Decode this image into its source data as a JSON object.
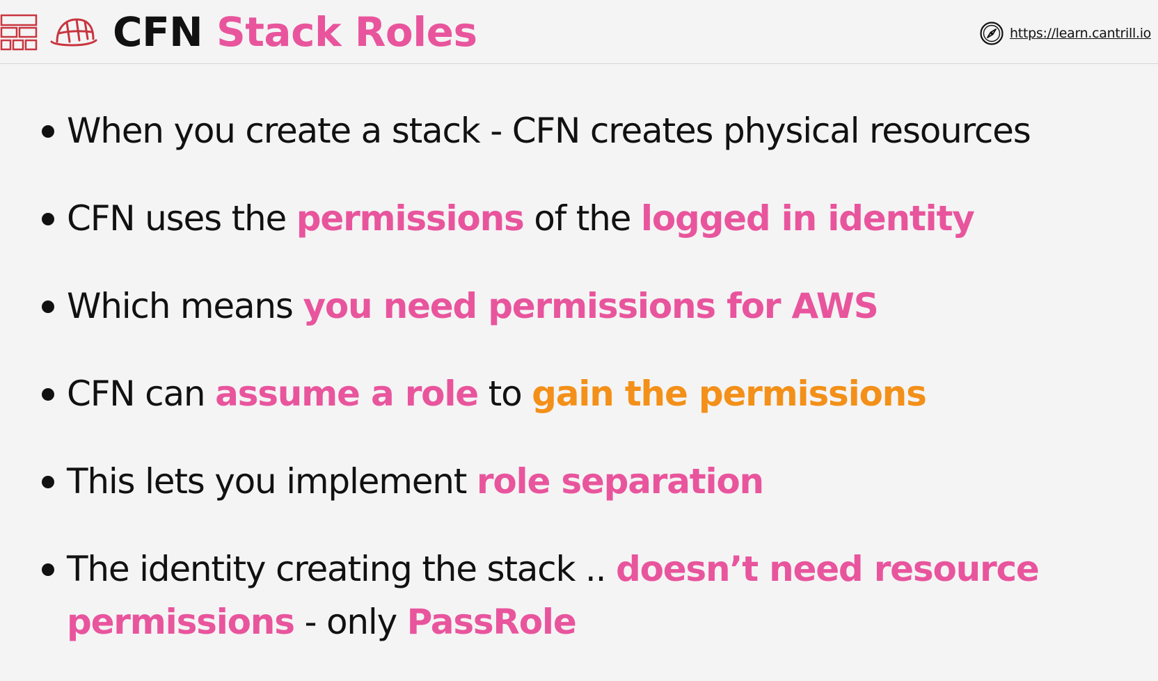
{
  "header": {
    "title_part1": "CFN",
    "title_part2": "Stack Roles",
    "link_text": "https://learn.cantrill.io",
    "icons": [
      "category-grid-icon",
      "helmet-icon",
      "compass-icon"
    ]
  },
  "bullets": [
    {
      "segments": [
        {
          "text": "When you create a stack - CFN creates physical resources",
          "style": "normal"
        }
      ]
    },
    {
      "segments": [
        {
          "text": "CFN uses the ",
          "style": "normal"
        },
        {
          "text": "permissions",
          "style": "pink"
        },
        {
          "text": " of the ",
          "style": "normal"
        },
        {
          "text": "logged in identity",
          "style": "pink"
        }
      ]
    },
    {
      "segments": [
        {
          "text": "Which means ",
          "style": "normal"
        },
        {
          "text": "you need permissions for AWS",
          "style": "pink"
        }
      ]
    },
    {
      "segments": [
        {
          "text": "CFN can ",
          "style": "normal"
        },
        {
          "text": "assume a role",
          "style": "pink"
        },
        {
          "text": " to ",
          "style": "normal"
        },
        {
          "text": "gain the permissions",
          "style": "orange"
        }
      ]
    },
    {
      "segments": [
        {
          "text": "This lets you implement ",
          "style": "normal"
        },
        {
          "text": "role separation",
          "style": "pink"
        }
      ]
    },
    {
      "segments": [
        {
          "text": "The identity creating the stack .. ",
          "style": "normal"
        },
        {
          "text": "doesn’t need resource permissions",
          "style": "pink"
        },
        {
          "text": " - only ",
          "style": "normal"
        },
        {
          "text": "PassRole",
          "style": "pink"
        }
      ]
    }
  ],
  "colors": {
    "pink": "#e8559d",
    "orange": "#f39019",
    "text": "#111111",
    "background": "#f4f4f4",
    "icon_red": "#c8353f"
  }
}
